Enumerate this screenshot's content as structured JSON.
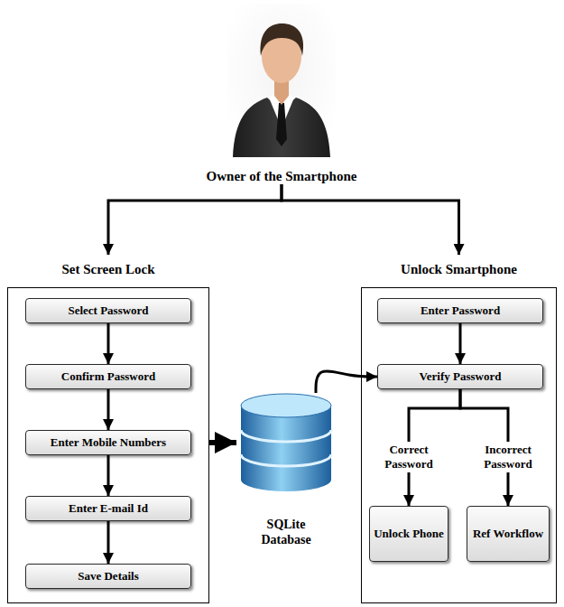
{
  "diagram": {
    "nodes": [
      {
        "text": [
          "Owner of the Smartphone"
        ]
      },
      {
        "text": [
          "Set Screen Lock"
        ]
      },
      {
        "text": [
          "Select Password"
        ],
        "in": 1
      },
      {
        "text": [
          "Confirm Password"
        ],
        "in": 1
      },
      {
        "text": [
          "Enter Mobile Numbers"
        ],
        "in": 1
      },
      {
        "text": [
          "Enter E-mail Id"
        ],
        "in": 1
      },
      {
        "text": [
          "Save Details"
        ],
        "in": 1
      },
      {
        "text": [
          "SQLite Database"
        ]
      },
      {
        "text": [
          "Unlock Smartphone"
        ]
      },
      {
        "text": [
          "Enter Password"
        ],
        "in": 8
      },
      {
        "text": [
          "Verify Password"
        ],
        "in": 8
      },
      {
        "text": [
          "Unlock Phone"
        ],
        "in": 8
      },
      {
        "text": [
          "Ref Workflow"
        ],
        "in": 8
      }
    ],
    "edges": [
      {
        "from": 0,
        "to": 1,
        "arrow": "to"
      },
      {
        "from": 0,
        "to": 8,
        "arrow": "to"
      },
      {
        "from": 2,
        "to": 3,
        "arrow": "to"
      },
      {
        "from": 3,
        "to": 4,
        "arrow": "to"
      },
      {
        "from": 4,
        "to": 5,
        "arrow": "to"
      },
      {
        "from": 5,
        "to": 6,
        "arrow": "to"
      },
      {
        "from": 1,
        "to": 7,
        "arrow": "to"
      },
      {
        "from": 7,
        "to": 10,
        "arrow": "to"
      },
      {
        "from": 9,
        "to": 10,
        "arrow": "to"
      },
      {
        "from": 10,
        "to": 11,
        "label": "Correct Password",
        "arrow": "to"
      },
      {
        "from": 10,
        "to": 12,
        "label": "Incorrect Password",
        "arrow": "to"
      }
    ]
  }
}
